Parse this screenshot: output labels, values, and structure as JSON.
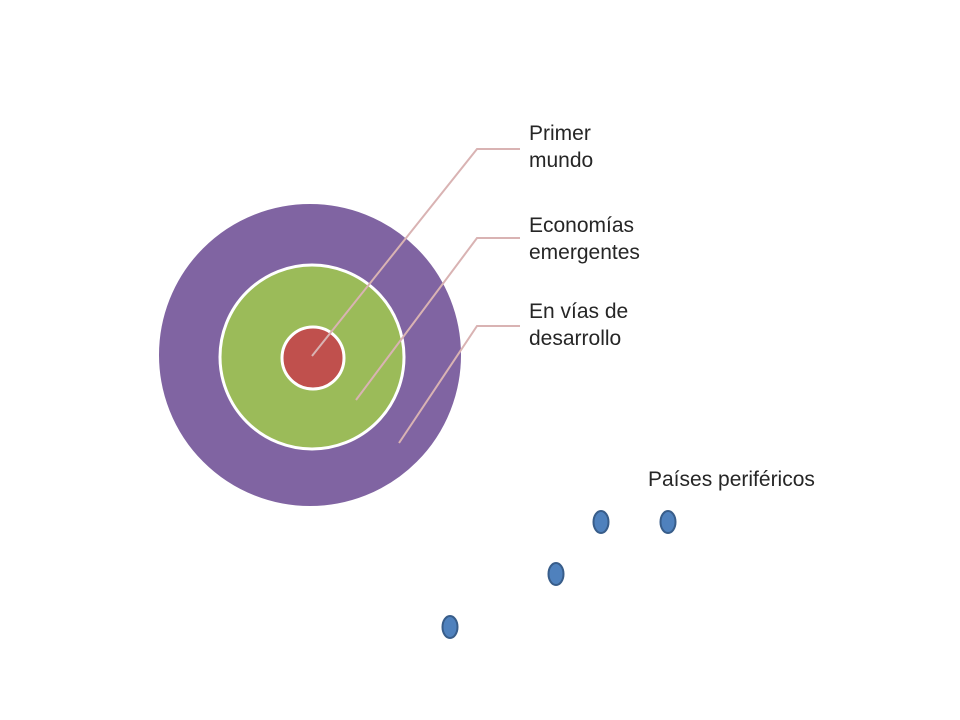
{
  "diagram": {
    "rings": [
      {
        "id": "core",
        "label": "Primer\nmundo",
        "color": "#C0504D"
      },
      {
        "id": "middle",
        "label": "Economías\nemergentes",
        "color": "#9BBB59"
      },
      {
        "id": "outer",
        "label": "En  vías de\ndesarrollo",
        "color": "#8064A2"
      }
    ],
    "ring_border_color": "#FFFFFF",
    "leader_line_color": "#D9B3B3",
    "periphery": {
      "label": "Países periféricos",
      "dot_color": "#4F81BD",
      "dot_border_color": "#385D8A",
      "dot_count": 4
    }
  }
}
